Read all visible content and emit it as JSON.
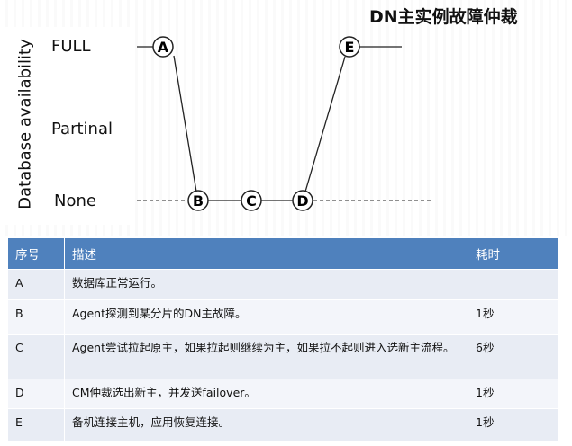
{
  "title": "DN主实例故障仲裁",
  "diagram": {
    "y_axis_label": "Database availability",
    "levels": [
      "FULL",
      "Partinal",
      "None"
    ],
    "points": [
      "A",
      "B",
      "C",
      "D",
      "E"
    ]
  },
  "table": {
    "headers": [
      "序号",
      "描述",
      "耗时"
    ],
    "rows": [
      {
        "id": "A",
        "desc": "数据库正常运行。",
        "time": ""
      },
      {
        "id": "B",
        "desc": "Agent探测到某分片的DN主故障。",
        "time": "1秒"
      },
      {
        "id": "C",
        "desc": "Agent尝试拉起原主，如果拉起则继续为主，如果拉不起则进入选新主流程。",
        "time": "6秒"
      },
      {
        "id": "D",
        "desc": "CM仲裁选出新主，并发送failover。",
        "time": "1秒"
      },
      {
        "id": "E",
        "desc": "备机连接主机，应用恢复连接。",
        "time": "1秒"
      }
    ]
  },
  "colors": {
    "table_header": "#4f81bd",
    "row_odd": "#e8ecf4",
    "row_even": "#f3f5fa"
  }
}
